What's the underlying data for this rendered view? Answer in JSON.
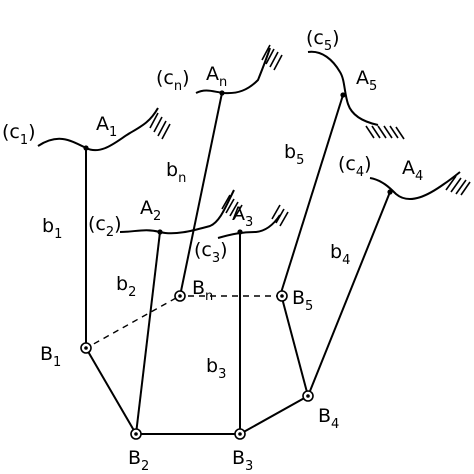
{
  "labels": {
    "c1": {
      "main": "(c",
      "sub": "1",
      "close": ")"
    },
    "c2": {
      "main": "(c",
      "sub": "2",
      "close": ")"
    },
    "c3": {
      "main": "(c",
      "sub": "3",
      "close": ")"
    },
    "c4": {
      "main": "(c",
      "sub": "4",
      "close": ")"
    },
    "c5": {
      "main": "(c",
      "sub": "5",
      "close": ")"
    },
    "cn": {
      "main": "(c",
      "sub": "n",
      "close": ")"
    },
    "A1": {
      "main": "A",
      "sub": "1"
    },
    "A2": {
      "main": "A",
      "sub": "2"
    },
    "A3": {
      "main": "A",
      "sub": "3"
    },
    "A4": {
      "main": "A",
      "sub": "4"
    },
    "A5": {
      "main": "A",
      "sub": "5"
    },
    "An": {
      "main": "A",
      "sub": "n"
    },
    "B1": {
      "main": "B",
      "sub": "1"
    },
    "B2": {
      "main": "B",
      "sub": "2"
    },
    "B3": {
      "main": "B",
      "sub": "3"
    },
    "B4": {
      "main": "B",
      "sub": "4"
    },
    "B5": {
      "main": "B",
      "sub": "5"
    },
    "Bn": {
      "main": "B",
      "sub": "n"
    },
    "b1": {
      "main": "b",
      "sub": "1"
    },
    "b2": {
      "main": "b",
      "sub": "2"
    },
    "b3": {
      "main": "b",
      "sub": "3"
    },
    "b4": {
      "main": "b",
      "sub": "4"
    },
    "b5": {
      "main": "b",
      "sub": "5"
    },
    "bn": {
      "main": "b",
      "sub": "n"
    }
  }
}
